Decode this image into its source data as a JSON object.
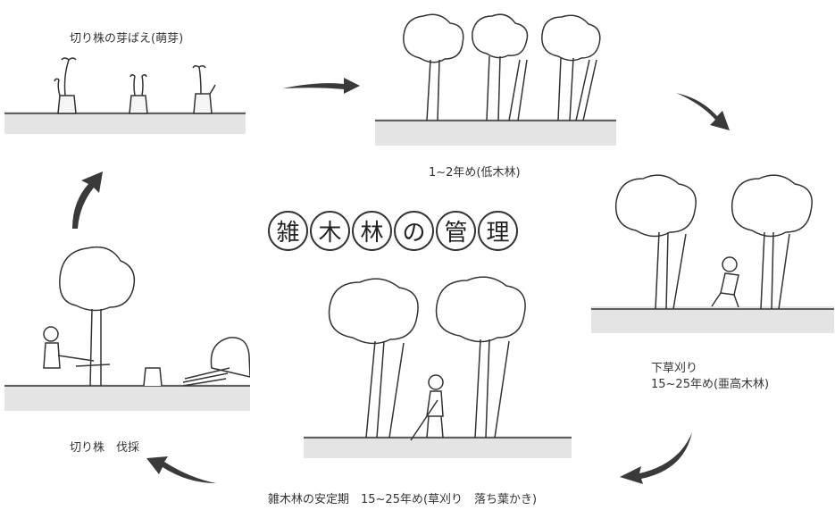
{
  "title_chars": [
    "雑",
    "木",
    "林",
    "の",
    "管",
    "理"
  ],
  "stages": {
    "sprouting": "切り株の芽ばえ(萌芽)",
    "young": "1~2年め(低木林)",
    "weeding_1": "下草刈り",
    "weeding_2": "15~25年め(亜高木林)",
    "stable": "雑木林の安定期　15~25年め(草刈り　落ち葉かき)",
    "felling": "切り株　伐採"
  },
  "colors": {
    "ink": "#333333",
    "ground": "#cfcfcf",
    "arrow": "#3a3a3a"
  }
}
